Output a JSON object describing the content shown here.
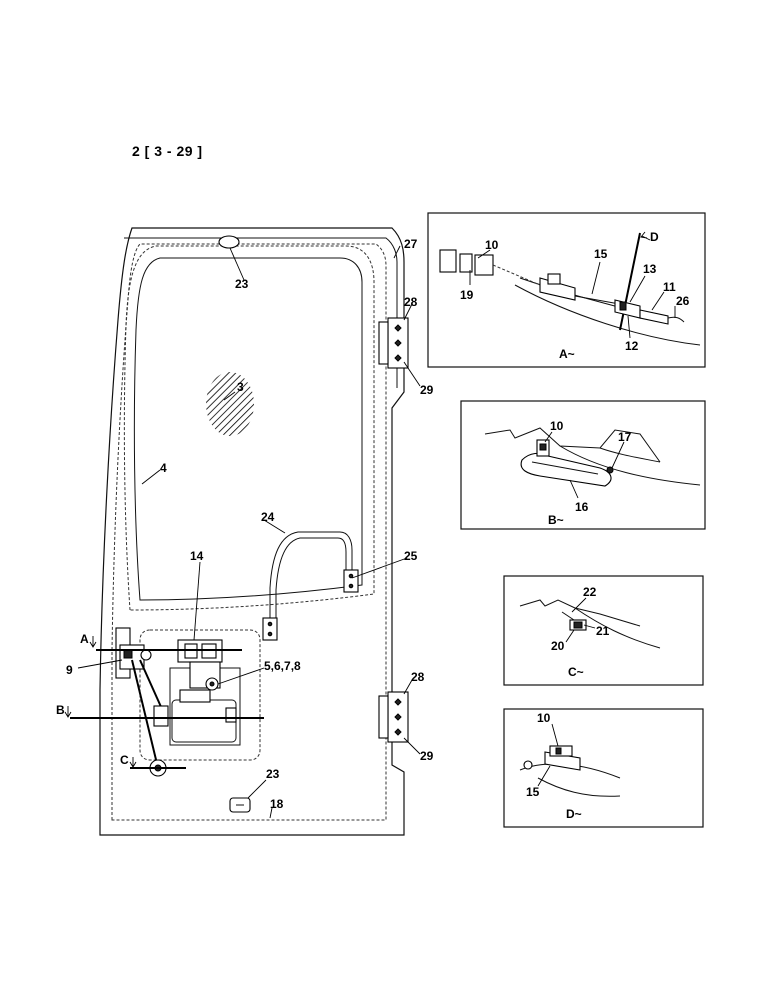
{
  "page": {
    "title": "2 [ 3 - 29 ]"
  },
  "callouts": {
    "c3": "3",
    "c4": "4",
    "c9": "9",
    "c14": "14",
    "c18": "18",
    "c23_top": "23",
    "c23_bottom": "23",
    "c24": "24",
    "c25": "25",
    "c27": "27",
    "c28_top": "28",
    "c29_top": "29",
    "c28_bottom": "28",
    "c29_bottom": "29",
    "c5678": "5,6,7,8"
  },
  "section_markers": {
    "A": "A",
    "B": "B",
    "C": "C"
  },
  "details": {
    "A": {
      "caption": "A~",
      "labels": {
        "c10": "10",
        "c19": "19",
        "c15": "15",
        "D": "D",
        "c13": "13",
        "c11": "11",
        "c26": "26",
        "c12": "12"
      }
    },
    "B": {
      "caption": "B~",
      "labels": {
        "c10": "10",
        "c17": "17",
        "c16": "16"
      }
    },
    "C": {
      "caption": "C~",
      "labels": {
        "c22": "22",
        "c21": "21",
        "c20": "20"
      }
    },
    "D": {
      "caption": "D~",
      "labels": {
        "c10": "10",
        "c15": "15"
      }
    }
  }
}
